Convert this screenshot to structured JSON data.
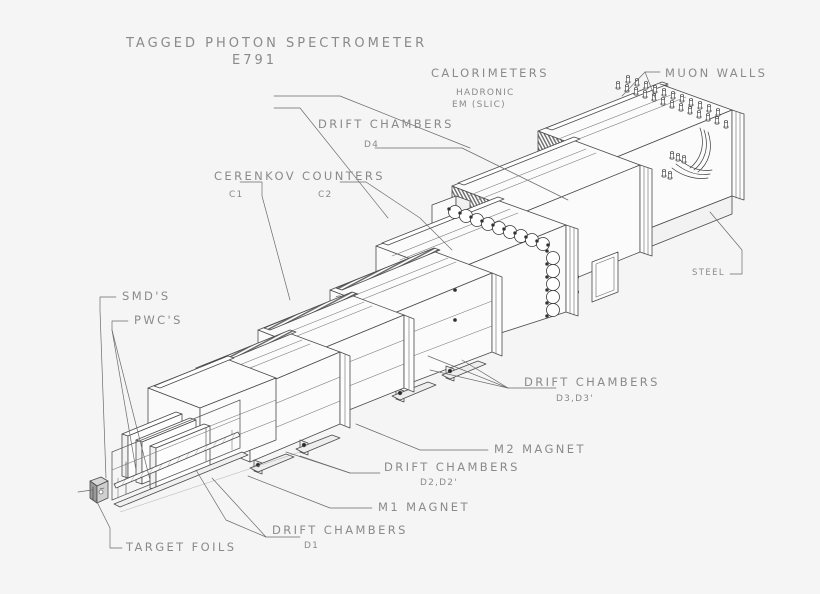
{
  "figure": {
    "title_line1": "TAGGED PHOTON SPECTROMETER",
    "title_line2": "E791"
  },
  "labels": {
    "calorimeters": "CALORIMETERS",
    "hadronic": "HADRONIC",
    "em_slic": "EM (SLIC)",
    "muon_walls": "MUON WALLS",
    "steel": "STEEL",
    "drift_chambers_d4_title": "DRIFT CHAMBERS",
    "drift_chambers_d4_tag": "D4",
    "cerenkov_counters": "CERENKOV COUNTERS",
    "cerenkov_c1": "C1",
    "cerenkov_c2": "C2",
    "drift_chambers_d3_title": "DRIFT CHAMBERS",
    "drift_chambers_d3_tag": "D3,D3'",
    "m2_magnet": "M2 MAGNET",
    "drift_chambers_d2_title": "DRIFT CHAMBERS",
    "drift_chambers_d2_tag": "D2,D2'",
    "m1_magnet": "M1 MAGNET",
    "drift_chambers_d1_title": "DRIFT CHAMBERS",
    "drift_chambers_d1_tag": "D1",
    "smds": "SMD'S",
    "pwcs": "PWC'S",
    "target_foils": "TARGET FOILS"
  },
  "style": {
    "background": "#f5f5f5",
    "line_color": "#4a4a4a",
    "text_color": "#8a8a8a",
    "fill_color": "#fbfbfb"
  }
}
